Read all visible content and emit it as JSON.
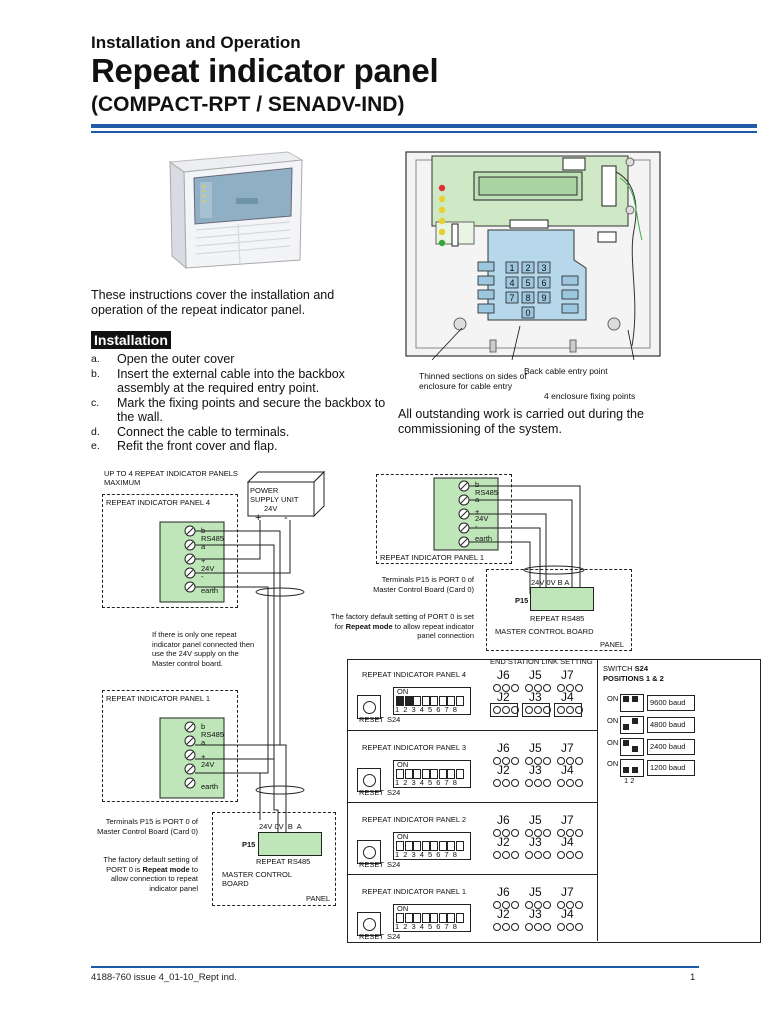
{
  "header": {
    "subtitle": "Installation and Operation",
    "title": "Repeat indicator panel",
    "models": "(COMPACT-RPT / SENADV-IND)"
  },
  "intro": "These instructions cover the installation and operation of the repeat indicator panel.",
  "installation": {
    "heading": "Installation",
    "steps": [
      {
        "key": "a.",
        "text": "Open the outer cover"
      },
      {
        "key": "b.",
        "text": "Insert the external cable into the backbox assembly at the required entry point."
      },
      {
        "key": "c.",
        "text": "Mark the fixing points and secure the backbox to the wall."
      },
      {
        "key": "d.",
        "text": "Connect the cable to terminals."
      },
      {
        "key": "e.",
        "text": "Refit the front cover and flap."
      }
    ]
  },
  "enclosure_callouts": {
    "thinned": "Thinned sections on sides of enclosure for cable entry",
    "back_entry": "Back cable entry point",
    "fixing": "4 enclosure fixing points",
    "keys": [
      "1",
      "2",
      "3",
      "4",
      "5",
      "6",
      "7",
      "8",
      "9",
      "0"
    ]
  },
  "commissioning_note": "All outstanding work is carried out during the commissioning of the system.",
  "wiring": {
    "max_note": "UP TO 4 REPEAT INDICATOR PANELS MAXIMUM",
    "psu": {
      "line1": "POWER",
      "line2": "SUPPLY UNIT",
      "line3": "24V",
      "plus": "+",
      "minus": "-"
    },
    "panel4": "REPEAT INDICATOR PANEL 4",
    "panel1": "REPEAT INDICATOR PANEL 1",
    "panel1_top": "REPEAT INDICATOR PANEL 1",
    "terminal_labels": {
      "b": "b",
      "rs485": "RS485",
      "a": "a",
      "plus": "+",
      "v24": "24V",
      "minus": "-",
      "earth": "earth"
    },
    "only_one_note": "If there is only one repeat indicator panel connected then use the 24V supply on the Master control board.",
    "p15_note_top": "Terminals P15 is PORT 0 of Master Control Board (Card 0)",
    "factory_note_top_a": "The factory default setting of PORT 0 is set for",
    "factory_note_top_b": "Repeat mode",
    "factory_note_top_c": "to allow repeat indicator panel connection",
    "p15_note_bottom": "Terminals P15 is PORT 0 of Master Control Board (Card 0)",
    "factory_note_bottom_a": "The factory default setting of PORT 0 is",
    "factory_note_bottom_b": "Repeat mode",
    "factory_note_bottom_c": "to allow connection to repeat indicator panel",
    "mcb_top": {
      "pins": "24V 0V  B   A",
      "p15": "P15",
      "rs485": "REPEAT RS485",
      "name": "MASTER CONTROL BOARD",
      "panel": "PANEL"
    },
    "mcb_bottom": {
      "v24": "24V",
      "v0": "0V",
      "b": "B",
      "a": "A",
      "p15": "P15",
      "rs485": "REPEAT RS485",
      "name1": "MASTER CONTROL",
      "name2": "BOARD",
      "panel": "PANEL"
    }
  },
  "link_settings": {
    "heading": "END STATION LINK SETTING",
    "switch_heading_a": "SWITCH ",
    "switch_heading_b": "S24",
    "switch_heading_c": "POSITIONS 1 & 2",
    "on": "ON",
    "reset": "RESET",
    "s24": "S24",
    "dip_numbers": "1 2 3 4 5 6 7 8",
    "jumpers_top": [
      "J6",
      "J5",
      "J7"
    ],
    "jumpers_bottom": [
      "J2",
      "J3",
      "J4"
    ],
    "panels": [
      "REPEAT INDICATOR PANEL 4",
      "REPEAT INDICATOR PANEL 3",
      "REPEAT INDICATOR PANEL 2",
      "REPEAT INDICATOR PANEL 1"
    ],
    "bauds": [
      "9600 baud",
      "4800 baud",
      "2400 baud",
      "1200 baud"
    ],
    "pos_labels": "1  2"
  },
  "footer": {
    "doc": "4188-760 issue 4_01-10_Rept ind.",
    "page": "1"
  }
}
